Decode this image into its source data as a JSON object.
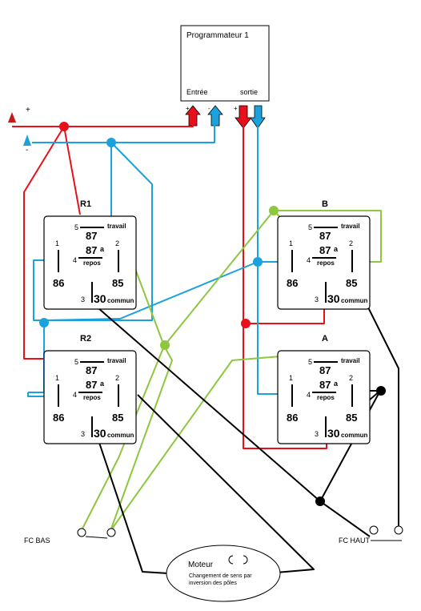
{
  "programmer": {
    "title": "Programmateur 1",
    "input": "Entrée",
    "output": "sortie",
    "plus": "+",
    "minus": "-"
  },
  "supply": {
    "plus": "+",
    "minus": "-"
  },
  "relays": [
    {
      "id": "R1",
      "name": "R1"
    },
    {
      "id": "R2",
      "name": "R2"
    },
    {
      "id": "B",
      "name": "B"
    },
    {
      "id": "A",
      "name": "A"
    }
  ],
  "relay_labels": {
    "p87": "87",
    "p87a": "87",
    "a_suffix": "a",
    "p86": "86",
    "p85": "85",
    "p30": "30",
    "n5": "5",
    "n1": "1",
    "n2": "2",
    "n4": "4",
    "n3": "3",
    "travail": "travail",
    "repos": "repos",
    "commun": "commun"
  },
  "switches": {
    "bottom": "FC BAS",
    "top": "FC HAUT"
  },
  "motor": {
    "title": "Moteur",
    "line1": "Changement de sens par",
    "line2": "inversion des pôles"
  },
  "colors": {
    "red": "#e8101a",
    "blue": "#1ba1dc",
    "green": "#8dc63f",
    "black": "#000000"
  }
}
